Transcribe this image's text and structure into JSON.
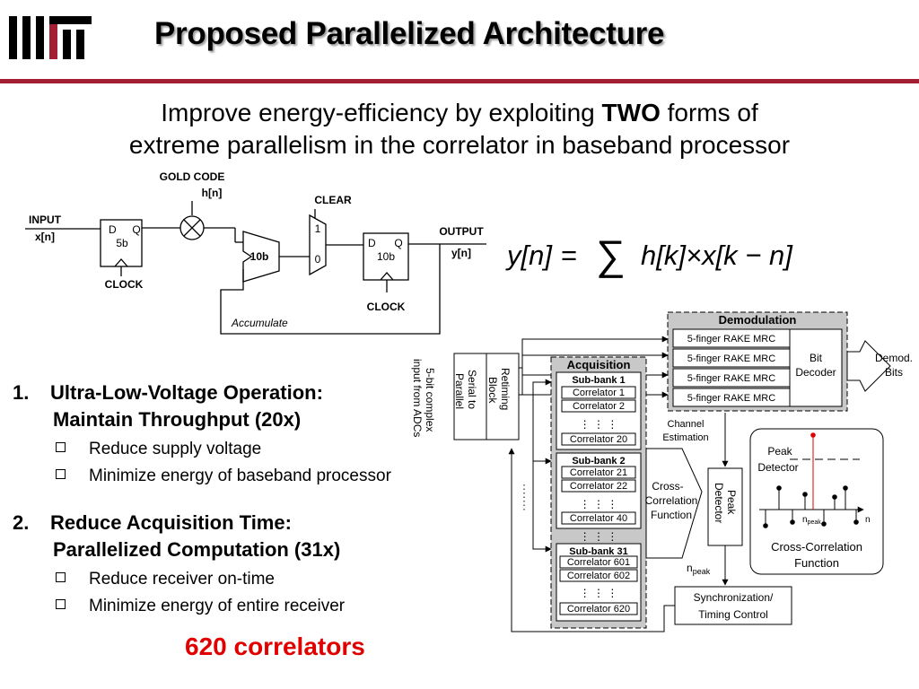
{
  "header": {
    "logo_text": "MIT",
    "title": "Proposed Parallelized Architecture"
  },
  "subtitle": {
    "line1_pre": "Improve energy-efficiency by exploiting ",
    "line1_bold": "TWO",
    "line1_post": " forms of",
    "line2": "extreme parallelism in the correlator in baseband processor"
  },
  "correlator_circuit": {
    "gold_code": "GOLD CODE",
    "h_n": "h[n]",
    "input": "INPUT",
    "x_n": "x[n]",
    "ff1_d": "D",
    "ff1_q": "Q",
    "ff1_bits": "5b",
    "clock1": "CLOCK",
    "clear": "CLEAR",
    "mux_1": "1",
    "mux_0": "0",
    "adder_bits": "10b",
    "ff2_d": "D",
    "ff2_q": "Q",
    "ff2_bits": "10b",
    "clock2": "CLOCK",
    "output": "OUTPUT",
    "y_n": "y[n]",
    "accumulate": "Accumulate"
  },
  "equation": {
    "lhs": "y[n]",
    "equals": "=",
    "sum": "∑",
    "rhs": "h[k]×x[k − n]"
  },
  "architecture": {
    "adc_input_1": "5-bit complex",
    "adc_input_2": "input from ADCs",
    "s2p_1": "Serial to",
    "s2p_2": "Parallel",
    "retiming_1": "Retiming",
    "retiming_2": "Block",
    "acquisition": "Acquisition",
    "subbank1": "Sub-bank 1",
    "c1": "Correlator 1",
    "c2": "Correlator 2",
    "c20": "Correlator 20",
    "subbank2": "Sub-bank 2",
    "c21": "Correlator 21",
    "c22": "Correlator 22",
    "c40": "Correlator 40",
    "subbank31": "Sub-bank 31",
    "c601": "Correlator 601",
    "c602": "Correlator 602",
    "c620": "Correlator 620",
    "vdots": "⋮  ⋮  ⋮",
    "demodulation": "Demodulation",
    "rake": "5-finger RAKE MRC",
    "bit_1": "Bit",
    "bit_2": "Decoder",
    "demod_bits_1": "Demod.",
    "demod_bits_2": "Bits",
    "channel_1": "Channel",
    "channel_2": "Estimation",
    "xcorr_1": "Cross-",
    "xcorr_2": "Correlation",
    "xcorr_3": "Function",
    "peak_det_1": "Peak",
    "peak_det_2": "Detector",
    "n_peak_n": "n",
    "n_peak_sub": "peak",
    "sync_1": "Synchronization/",
    "sync_2": "Timing Control",
    "inset_peak_1": "Peak",
    "inset_peak_2": "Detector",
    "inset_npeak_n": "n",
    "inset_npeak_sub": "peak",
    "inset_n": "n",
    "inset_caption_1": "Cross-Correlation",
    "inset_caption_2": "Function"
  },
  "points": [
    {
      "num": "1.",
      "line1": "Ultra-Low-Voltage Operation:",
      "line2": "Maintain Throughput (20x)",
      "bullets": [
        "Reduce supply voltage",
        "Minimize energy of baseband processor"
      ]
    },
    {
      "num": "2.",
      "line1": "Reduce Acquisition Time:",
      "line2": "Parallelized Computation (31x)",
      "bullets": [
        "Reduce receiver on-time",
        "Minimize energy of entire receiver"
      ]
    }
  ],
  "highlight": "620 correlators",
  "colors": {
    "mit_red": "#a31f34",
    "highlight_red": "#e00000",
    "shadow_gray": "#9a9a9a",
    "panel_gray": "#c8c8c8"
  }
}
